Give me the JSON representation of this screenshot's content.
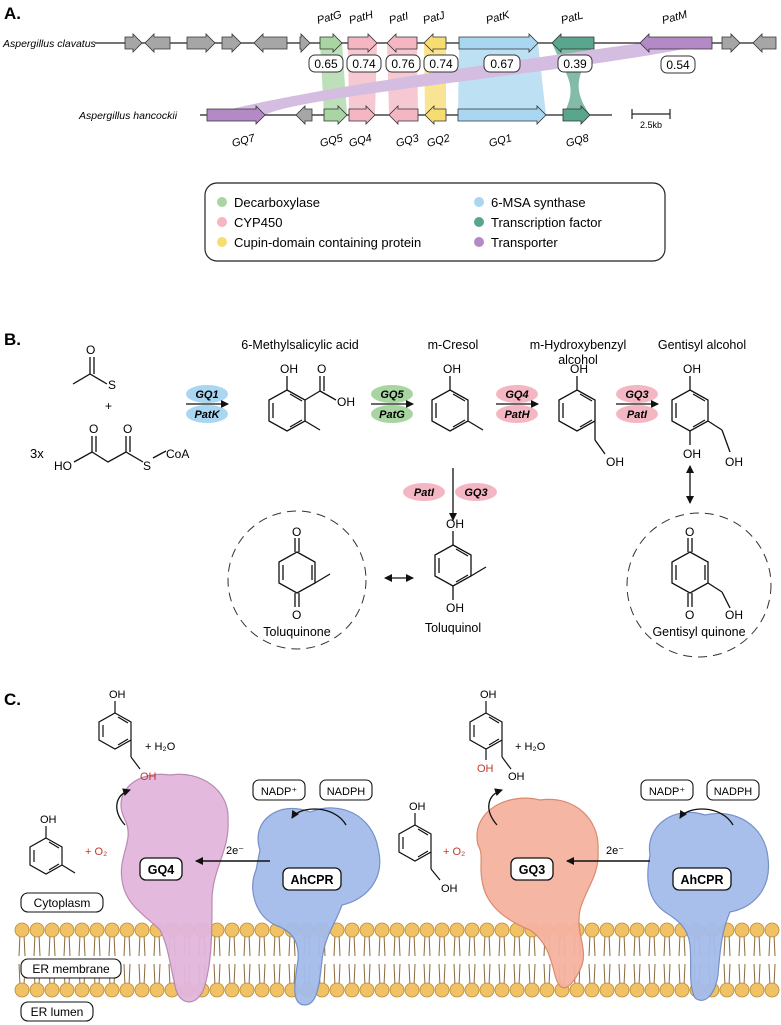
{
  "colors": {
    "decarboxylase": "#a8d5a2",
    "cyp450": "#f4b6c2",
    "cupin": "#f7dc6f",
    "msa": "#a9d6f0",
    "tf": "#5aa58d",
    "transporter": "#b48ac6",
    "gray": "#a6a6a6",
    "gq4_protein": "#e2b6dd",
    "gq3_protein": "#f6b3a0",
    "ahcpr_protein": "#a4bcec",
    "lipid_head": "#f0c265",
    "red_text": "#c0392b"
  },
  "panelA": {
    "label": "A.",
    "species_top": "Aspergillus clavatus",
    "species_bottom": "Aspergillus hancockii",
    "top_genes": [
      "PatG",
      "PatH",
      "PatI",
      "PatJ",
      "PatK",
      "PatL",
      "PatM"
    ],
    "bottom_genes": [
      "GQ7",
      "GQ5",
      "GQ4",
      "GQ3",
      "GQ2",
      "GQ1",
      "GQ8"
    ],
    "identities": [
      "0.65",
      "0.74",
      "0.76",
      "0.74",
      "0.67",
      "0.39",
      "0.54"
    ],
    "scale_bar": "2.5kb",
    "legend": [
      {
        "label": "Decarboxylase",
        "color": "#a8d5a2"
      },
      {
        "label": "CYP450",
        "color": "#f4b6c2"
      },
      {
        "label": "Cupin-domain containing protein",
        "color": "#f7dc6f"
      },
      {
        "label": "6-MSA synthase",
        "color": "#a9d6f0"
      },
      {
        "label": "Transcription factor",
        "color": "#5aa58d"
      },
      {
        "label": "Transporter",
        "color": "#b48ac6"
      }
    ]
  },
  "panelB": {
    "label": "B.",
    "plus": "+",
    "multiplier": "3x",
    "s_atom": "S",
    "coa": "CoA",
    "ho": "HO",
    "oh": "OH",
    "o": "O",
    "compounds": {
      "msa": "6-Methylsalicylic acid",
      "cresol": "m-Cresol",
      "hydroxybenzyl_line1": "m-Hydroxybenzyl",
      "hydroxybenzyl_line2": "alcohol",
      "gentisyl": "Gentisyl alcohol",
      "toluquinone": "Toluquinone",
      "toluquinol": "Toluquinol",
      "gentisyl_quinone": "Gentisyl quinone"
    },
    "enzymes": {
      "step1": [
        "GQ1",
        "PatK"
      ],
      "step2": [
        "GQ5",
        "PatG"
      ],
      "step3": [
        "GQ4",
        "PatH"
      ],
      "step4": [
        "GQ3",
        "PatI"
      ],
      "side": [
        "PatI",
        "GQ3"
      ]
    }
  },
  "panelC": {
    "label": "C.",
    "gq4": "GQ4",
    "gq3": "GQ3",
    "ahcpr": "AhCPR",
    "nadp": "NADP⁺",
    "nadph": "NADPH",
    "electrons": "2e⁻",
    "plus_h2o": "+ H₂O",
    "plus_o2": "+ O₂",
    "oh": "OH",
    "cytoplasm": "Cytoplasm",
    "er_membrane": "ER membrane",
    "er_lumen": "ER lumen"
  }
}
